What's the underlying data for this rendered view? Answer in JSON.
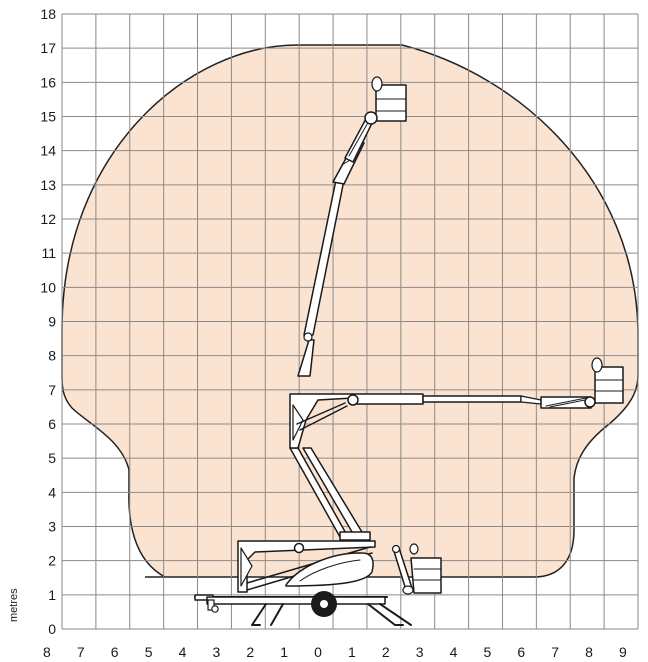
{
  "diagram": {
    "unit_label": "metres",
    "x_ticks": [
      "8",
      "7",
      "6",
      "5",
      "4",
      "3",
      "2",
      "1",
      "0",
      "1",
      "2",
      "3",
      "4",
      "5",
      "6",
      "7",
      "8",
      "9"
    ],
    "y_ticks": [
      "0",
      "1",
      "2",
      "3",
      "4",
      "5",
      "6",
      "7",
      "8",
      "9",
      "10",
      "11",
      "12",
      "13",
      "14",
      "15",
      "16",
      "17",
      "18"
    ],
    "colors": {
      "envelope_fill": "#fbe3d2",
      "envelope_stroke": "#222222",
      "grid": "#8a8a8a",
      "machine_stroke": "#1a1a1a",
      "machine_fill": "#ffffff"
    }
  }
}
